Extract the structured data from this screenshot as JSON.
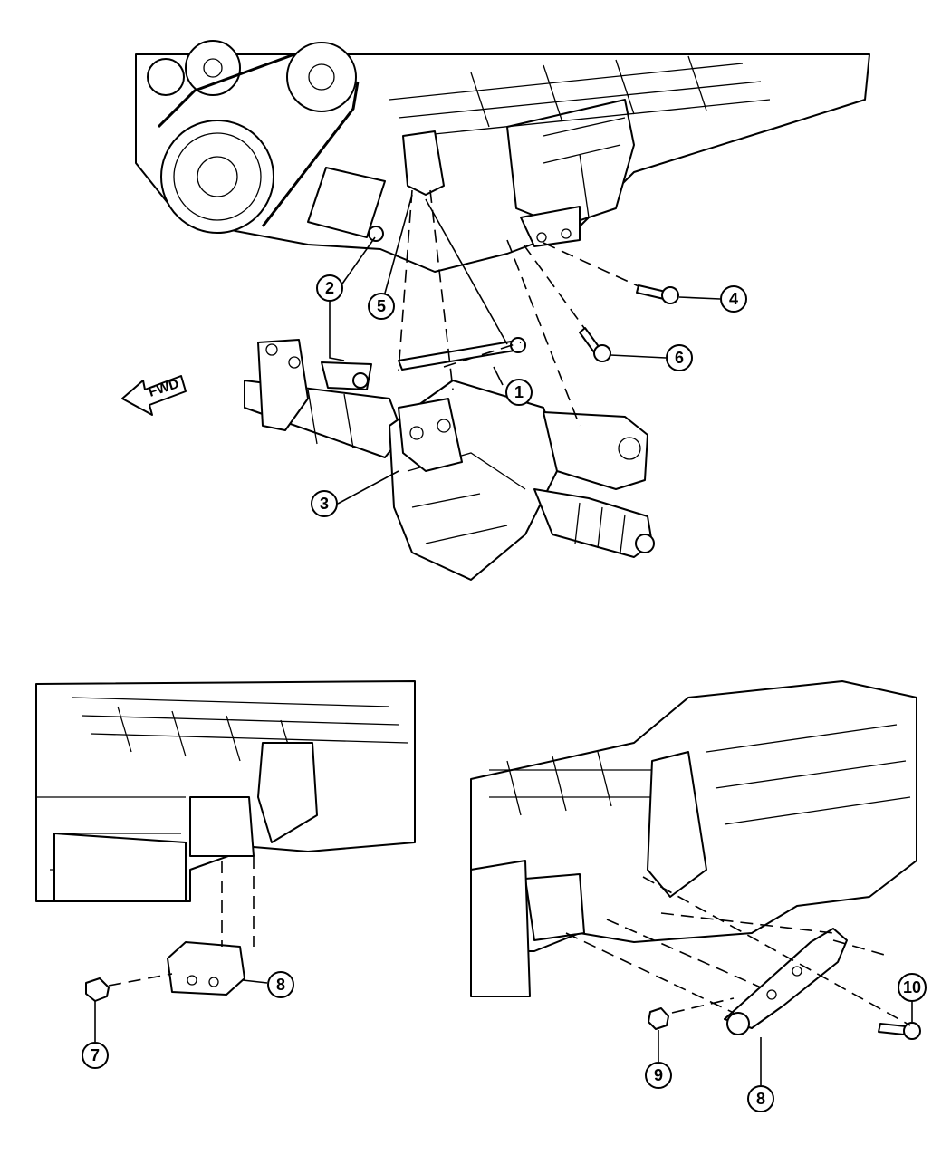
{
  "direction_label": "FWD",
  "callouts": [
    {
      "id": "c1",
      "label": "1"
    },
    {
      "id": "c2",
      "label": "2"
    },
    {
      "id": "c3",
      "label": "3"
    },
    {
      "id": "c4",
      "label": "4"
    },
    {
      "id": "c5",
      "label": "5"
    },
    {
      "id": "c6",
      "label": "6"
    },
    {
      "id": "c7",
      "label": "7"
    },
    {
      "id": "c8a",
      "label": "8"
    },
    {
      "id": "c8b",
      "label": "8"
    },
    {
      "id": "c9",
      "label": "9"
    },
    {
      "id": "c10",
      "label": "10"
    }
  ]
}
